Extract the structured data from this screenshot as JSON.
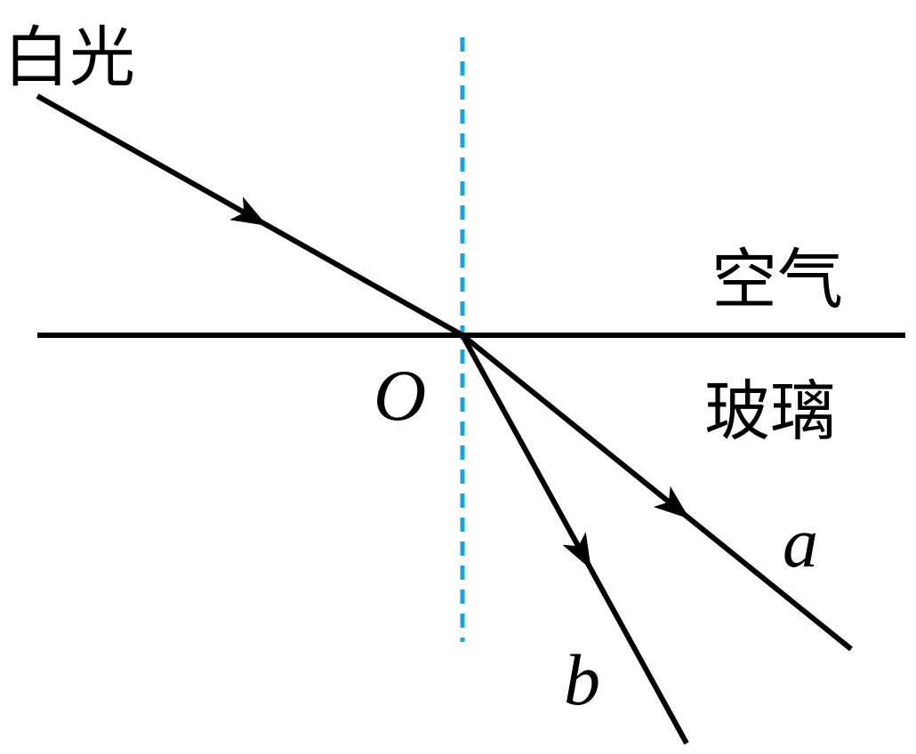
{
  "labels": {
    "incident": "白光",
    "medium_top": "空气",
    "medium_bottom": "玻璃",
    "origin": "O",
    "ray_a": "a",
    "ray_b": "b"
  },
  "colors": {
    "ray": "#000000",
    "interface": "#000000",
    "normal": "#1aa3dc"
  }
}
